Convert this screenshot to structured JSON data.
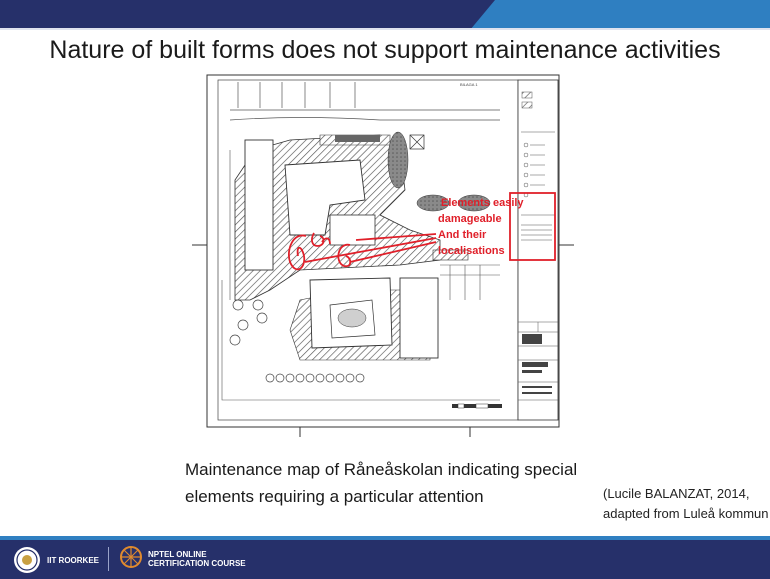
{
  "slide": {
    "title": "Nature of built forms does not support maintenance activities",
    "caption_line1": "Maintenance map of Råneåskolan indicating special",
    "caption_line2": "elements requiring a particular attention",
    "citation_line1": "(Lucile BALANZAT, 2014,",
    "citation_line2": "adapted from Luleå kommun"
  },
  "annotation": {
    "line1": "Elements easily",
    "line2": "damageable",
    "line3": "And their",
    "line4": "localisations",
    "color": "#e0202a"
  },
  "footer": {
    "institute": "IIT ROORKEE",
    "program_line1": "NPTEL ONLINE",
    "program_line2": "CERTIFICATION COURSE",
    "bg_color": "#26306a"
  },
  "colors": {
    "topbar_dark": "#26306a",
    "topbar_accent": "#2f7fc1"
  }
}
